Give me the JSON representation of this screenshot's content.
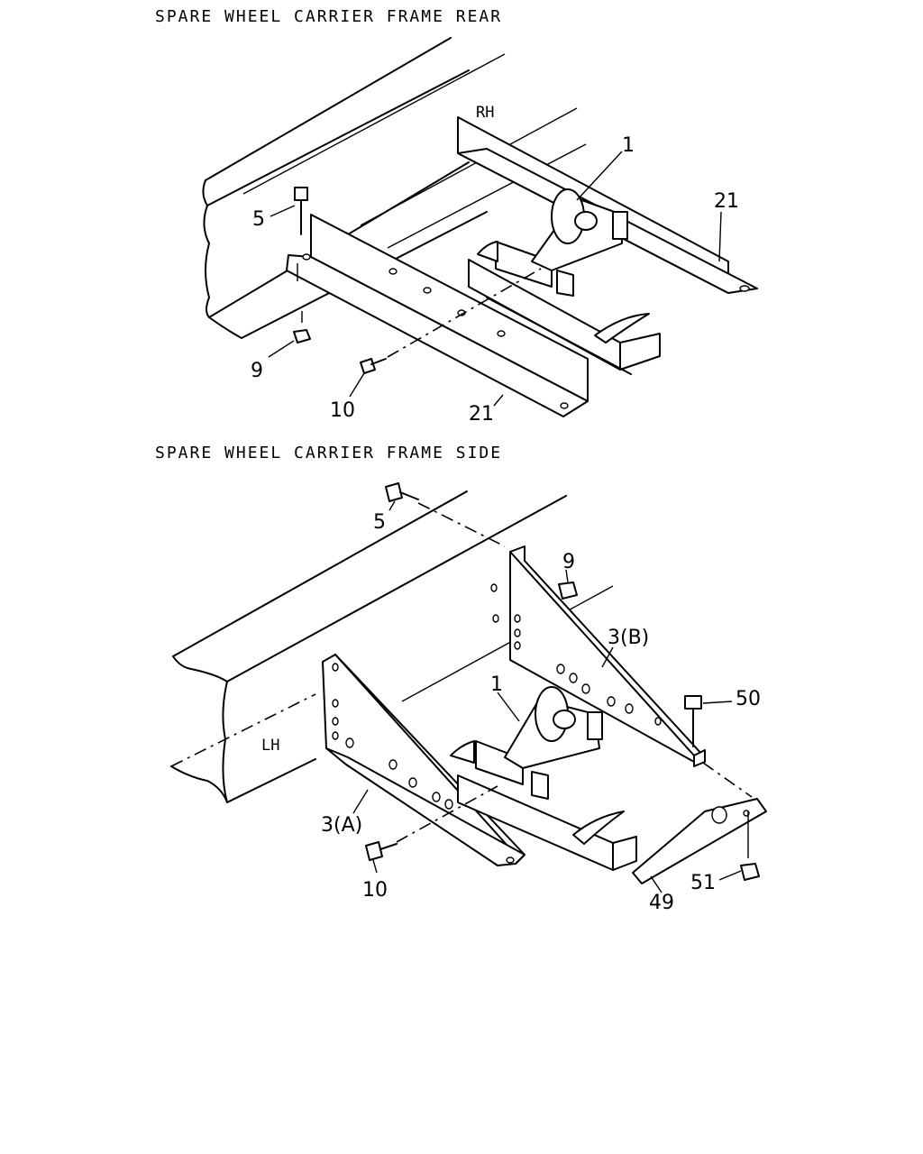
{
  "sections": [
    {
      "title": "SPARE WHEEL CARRIER FRAME REAR",
      "side_marks": [
        "RH"
      ],
      "callouts": [
        "1",
        "21",
        "5",
        "9",
        "10",
        "21"
      ]
    },
    {
      "title": "SPARE WHEEL CARRIER FRAME SIDE",
      "side_marks": [
        "LH"
      ],
      "callouts": [
        "5",
        "9",
        "3(B)",
        "1",
        "50",
        "3(A)",
        "10",
        "51",
        "49"
      ]
    }
  ]
}
